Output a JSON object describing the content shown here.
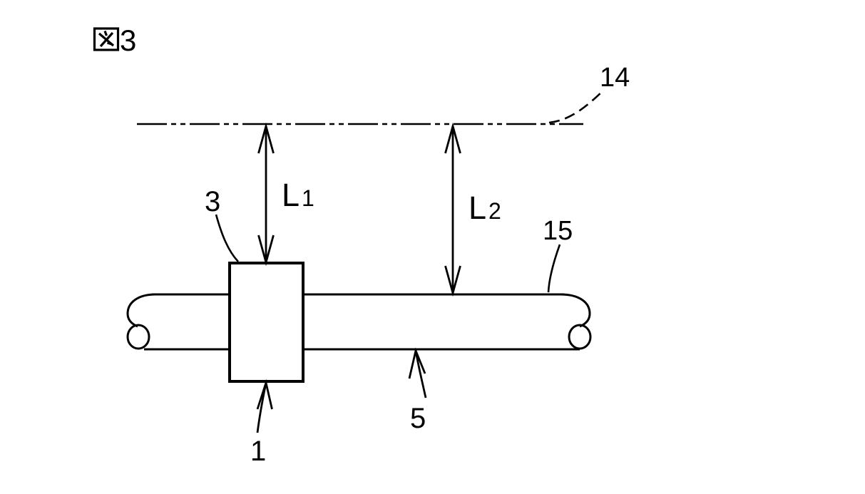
{
  "figure": {
    "title": "図3",
    "kanji": "図",
    "number": "3"
  },
  "parts": {
    "label_14": "14",
    "label_15": "15",
    "label_5": "5",
    "label_3": "3",
    "label_1": "1"
  },
  "dimensions": {
    "l1": {
      "letter": "L",
      "sub": "1",
      "text": "L1"
    },
    "l2": {
      "letter": "L",
      "sub": "2",
      "text": "L2"
    }
  },
  "colors": {
    "ink": "#000000",
    "background": "#ffffff"
  }
}
